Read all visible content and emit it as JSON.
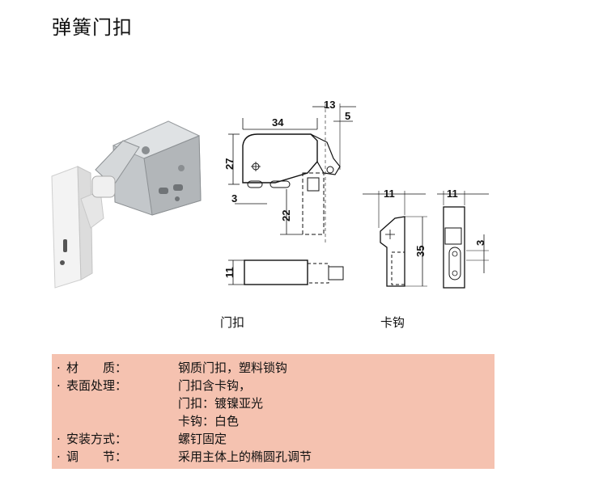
{
  "title": "弹簧门扣",
  "dimensions": {
    "d34": "34",
    "d13": "13",
    "d5": "5",
    "d27": "27",
    "d3a": "3",
    "d22": "22",
    "d11a": "11",
    "d11b": "11",
    "d11c": "11",
    "d35": "35",
    "d3b": "3"
  },
  "captions": {
    "latch": "门扣",
    "hook": "卡钩"
  },
  "specs": [
    {
      "bullet": "·",
      "label": "材　　质：",
      "value": "钢质门扣，塑料锁钩"
    },
    {
      "bullet": "·",
      "label": "表面处理：",
      "value": "门扣含卡钩，"
    },
    {
      "bullet": "",
      "label": "",
      "value": "门扣：镀镍亚光"
    },
    {
      "bullet": "",
      "label": "",
      "value": "卡钩：白色"
    },
    {
      "bullet": "·",
      "label": "安装方式：",
      "value": "螺钉固定"
    },
    {
      "bullet": "·",
      "label": "调　　节：",
      "value": "采用主体上的椭圆孔调节"
    }
  ],
  "colors": {
    "spec_background": "#f5c2b0",
    "metal": "#b8bcc0",
    "plastic": "#eeeeee"
  }
}
